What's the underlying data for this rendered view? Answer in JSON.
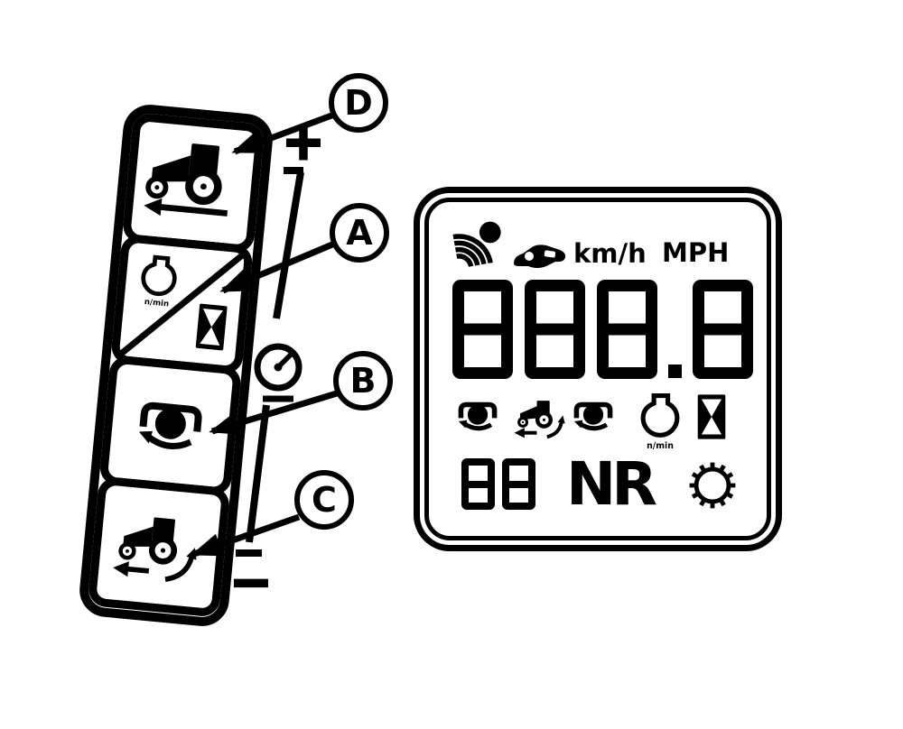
{
  "panel": {
    "plus": "+",
    "minus": "−",
    "engine_unit": "n/min",
    "button_icons": [
      "tractor-with-left-arrow",
      "engine-rpm-and-hourglass-split",
      "pto-clutch",
      "tractor-with-curved-arrow"
    ],
    "side_icon": "speedometer-gauge"
  },
  "callouts": {
    "d": "D",
    "a": "A",
    "b": "B",
    "c": "C"
  },
  "display": {
    "top_icons": [
      "radar-signal",
      "tractor-silhouette"
    ],
    "unit_metric": "km/h",
    "unit_imperial": "MPH",
    "main_value": "888.8",
    "status_icons": [
      "pto-clutch",
      "tractor-with-arrows",
      "pto-clutch",
      "engine-rpm",
      "hourglass"
    ],
    "engine_unit": "n/min",
    "aux_value": "88",
    "gear_letters": "NR",
    "misc_icon": "sun-brightness"
  }
}
